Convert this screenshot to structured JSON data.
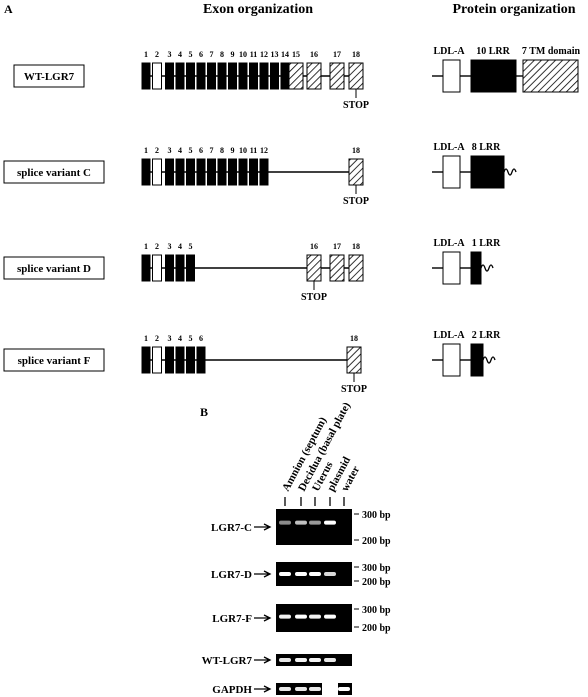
{
  "panel_a": {
    "label": "A",
    "exon_heading": "Exon organization",
    "protein_heading": "Protein organization",
    "rows": [
      {
        "name": "WT-LGR7",
        "exons": [
          {
            "n": "1",
            "fill": "black"
          },
          {
            "n": "2",
            "fill": "white"
          },
          {
            "n": "3",
            "fill": "black"
          },
          {
            "n": "4",
            "fill": "black"
          },
          {
            "n": "5",
            "fill": "black"
          },
          {
            "n": "6",
            "fill": "black"
          },
          {
            "n": "7",
            "fill": "black"
          },
          {
            "n": "8",
            "fill": "black"
          },
          {
            "n": "9",
            "fill": "black"
          },
          {
            "n": "10",
            "fill": "black"
          },
          {
            "n": "11",
            "fill": "black"
          },
          {
            "n": "12",
            "fill": "black"
          },
          {
            "n": "13",
            "fill": "black"
          },
          {
            "n": "14",
            "fill": "black"
          },
          {
            "n": "15",
            "fill": "hatch"
          },
          {
            "n": "16",
            "fill": "hatch"
          },
          {
            "n": "17",
            "fill": "hatch"
          },
          {
            "n": "18",
            "fill": "hatch"
          }
        ],
        "stop": "STOP",
        "protein": {
          "ldl": "LDL-A",
          "lrr": "10 LRR",
          "tm": "7 TM domain",
          "truncated": false
        }
      },
      {
        "name": "splice variant C",
        "exons": [
          {
            "n": "1",
            "fill": "black"
          },
          {
            "n": "2",
            "fill": "white"
          },
          {
            "n": "3",
            "fill": "black"
          },
          {
            "n": "4",
            "fill": "black"
          },
          {
            "n": "5",
            "fill": "black"
          },
          {
            "n": "6",
            "fill": "black"
          },
          {
            "n": "7",
            "fill": "black"
          },
          {
            "n": "8",
            "fill": "black"
          },
          {
            "n": "9",
            "fill": "black"
          },
          {
            "n": "10",
            "fill": "black"
          },
          {
            "n": "11",
            "fill": "black"
          },
          {
            "n": "12",
            "fill": "black"
          },
          {
            "n": "18",
            "fill": "hatch"
          }
        ],
        "stop": "STOP",
        "protein": {
          "ldl": "LDL-A",
          "lrr": "8 LRR",
          "tm": "",
          "truncated": true
        }
      },
      {
        "name": "splice variant D",
        "exons": [
          {
            "n": "1",
            "fill": "black"
          },
          {
            "n": "2",
            "fill": "white"
          },
          {
            "n": "3",
            "fill": "black"
          },
          {
            "n": "4",
            "fill": "black"
          },
          {
            "n": "5",
            "fill": "black"
          },
          {
            "n": "16",
            "fill": "hatch"
          },
          {
            "n": "17",
            "fill": "hatch"
          },
          {
            "n": "18",
            "fill": "hatch"
          }
        ],
        "stop": "STOP",
        "protein": {
          "ldl": "LDL-A",
          "lrr": "1 LRR",
          "tm": "",
          "truncated": true
        }
      },
      {
        "name": "splice variant F",
        "exons": [
          {
            "n": "1",
            "fill": "black"
          },
          {
            "n": "2",
            "fill": "white"
          },
          {
            "n": "3",
            "fill": "black"
          },
          {
            "n": "4",
            "fill": "black"
          },
          {
            "n": "5",
            "fill": "black"
          },
          {
            "n": "6",
            "fill": "black"
          },
          {
            "n": "18",
            "fill": "hatch"
          }
        ],
        "stop": "STOP",
        "protein": {
          "ldl": "LDL-A",
          "lrr": "2 LRR",
          "tm": "",
          "truncated": true
        }
      }
    ]
  },
  "panel_b": {
    "label": "B",
    "lanes": [
      "Amnion (septum)",
      "Decidua (basal plate)",
      "Uterus",
      "plasmid",
      "water"
    ],
    "gels": [
      {
        "name": "LGR7-C",
        "markers": [
          "300 bp",
          "200 bp"
        ],
        "bands": [
          0.55,
          0.75,
          0.6,
          1.0,
          0
        ]
      },
      {
        "name": "LGR7-D",
        "markers": [
          "300 bp",
          "200 bp"
        ],
        "bands": [
          1.0,
          1.0,
          1.0,
          0.85,
          0
        ]
      },
      {
        "name": "LGR7-F",
        "markers": [
          "300 bp",
          "200 bp"
        ],
        "bands": [
          0.95,
          1.0,
          0.95,
          1.0,
          0
        ]
      },
      {
        "name": "WT-LGR7",
        "markers": [],
        "bands": [
          0.9,
          0.95,
          0.95,
          0.9,
          0
        ]
      },
      {
        "name": "GAPDH",
        "markers": [],
        "bands": [
          0.9,
          0.9,
          0.9,
          0,
          1.0
        ]
      }
    ]
  }
}
